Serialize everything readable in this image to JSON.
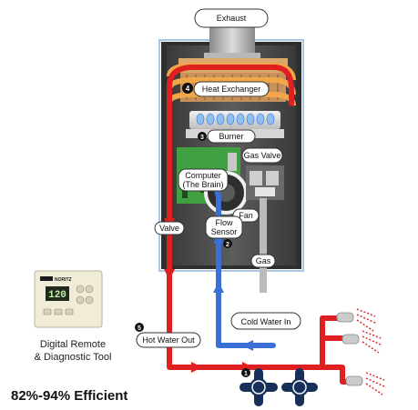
{
  "labels": {
    "exhaust": "Exhaust",
    "heat_exchanger": "Heat Exchanger",
    "burner": "Burner",
    "gas_valve": "Gas Valve",
    "computer_line1": "Computer",
    "computer_line2": "(The Brain)",
    "fan": "Fan",
    "valve": "Valve",
    "flow_sensor_line1": "Flow",
    "flow_sensor_line2": "Sensor",
    "gas": "Gas",
    "cold_water_in": "Cold Water In",
    "hot_water_out": "Hot Water Out"
  },
  "steps": {
    "one": "1",
    "two": "2",
    "three": "3",
    "four": "4",
    "five": "5"
  },
  "remote": {
    "brand": "NORITZ",
    "display": "120",
    "caption_line1": "Digital Remote",
    "caption_line2": "& Diagnostic Tool"
  },
  "efficiency": "82%-94% Efficient",
  "colors": {
    "hot": "#e02020",
    "cold": "#3a6fd8",
    "gas": "#bbbbbb",
    "cabinet": "#4a4a4a",
    "accent_orange": "#f2a64a",
    "fixture": "#17305a"
  }
}
